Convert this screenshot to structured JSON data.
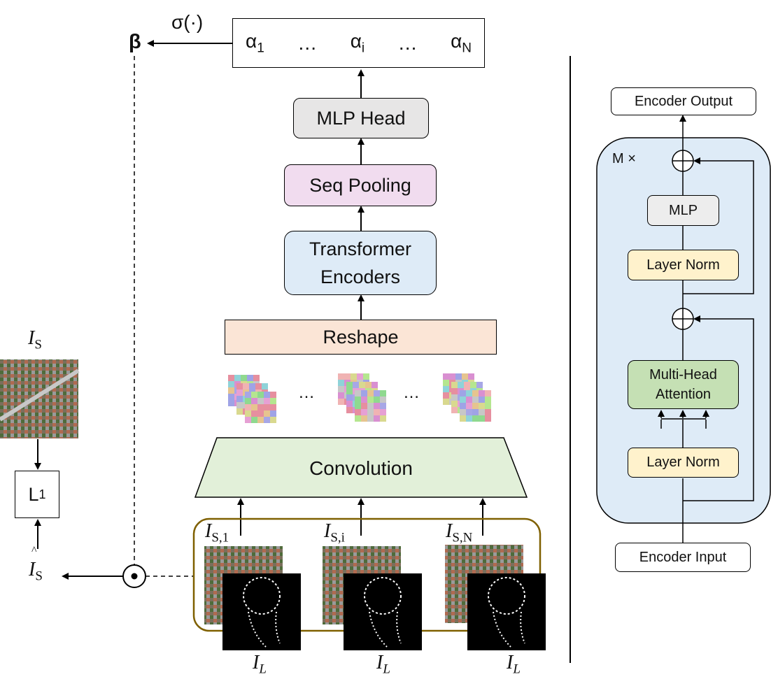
{
  "main": {
    "output": {
      "alpha1": "α",
      "alpha1_sub": "1",
      "ellipsis1": "…",
      "alphai": "α",
      "alphai_sub": "i",
      "ellipsis2": "…",
      "alphaN": "α",
      "alphaN_sub": "N"
    },
    "sigma_label": "σ(·)",
    "beta_label": "β",
    "mlp_head": "MLP Head",
    "seq_pooling": "Seq Pooling",
    "transformer_line1": "Transformer",
    "transformer_line2": "Encoders",
    "reshape": "Reshape",
    "patch_ellipsis": "…",
    "convolution": "Convolution",
    "inputs": [
      {
        "sub": "S,1",
        "lower": "L"
      },
      {
        "sub": "S,i",
        "lower": "L"
      },
      {
        "sub": "S,N",
        "lower": "L"
      }
    ]
  },
  "loss": {
    "is_label": "I",
    "is_sub": "S",
    "l1_label": "L",
    "l1_sub": "1",
    "ihat_label": "I",
    "ihat_sub": "S",
    "hat": "^"
  },
  "encoder_detail": {
    "output_label": "Encoder Output",
    "repeat_label": "M ×",
    "mlp": "MLP",
    "layer_norm_top": "Layer Norm",
    "attention_line1": "Multi-Head",
    "attention_line2": "Attention",
    "layer_norm_bottom": "Layer Norm",
    "input_label": "Encoder Input"
  },
  "colors": {
    "mlp_head": "#e7e6e6",
    "seq_pooling": "#f1dcef",
    "transformer": "#deebf7",
    "reshape": "#fbe5d6",
    "convolution": "#e2f0d9",
    "input_frame": "#7f6000",
    "encoder_bg": "#deebf7",
    "layer_norm": "#fff2cc",
    "attention": "#c5e0b4",
    "mlp": "#ededed"
  }
}
